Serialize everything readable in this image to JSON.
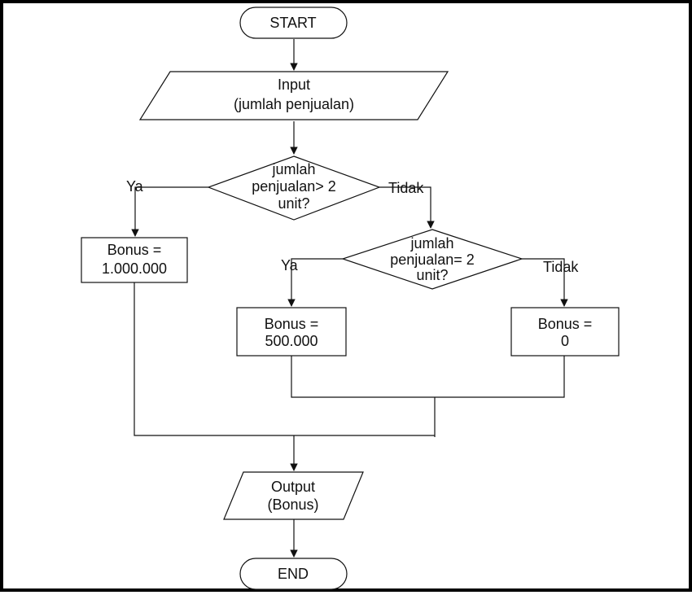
{
  "flowchart": {
    "start": "START",
    "input": [
      "Input",
      "(jumlah penjualan)"
    ],
    "decision1": [
      "jumlah",
      "penjualan> 2",
      "unit?"
    ],
    "decision1_yes": "Ya",
    "decision1_no": "Tidak",
    "bonus_high": [
      "Bonus =",
      "1.000.000"
    ],
    "decision2": [
      "jumlah",
      "penjualan= 2",
      "unit?"
    ],
    "decision2_yes": "Ya",
    "decision2_no": "Tidak",
    "bonus_mid": [
      "Bonus =",
      "500.000"
    ],
    "bonus_zero": [
      "Bonus =",
      "0"
    ],
    "output": [
      "Output",
      "(Bonus)"
    ],
    "end": "END"
  }
}
